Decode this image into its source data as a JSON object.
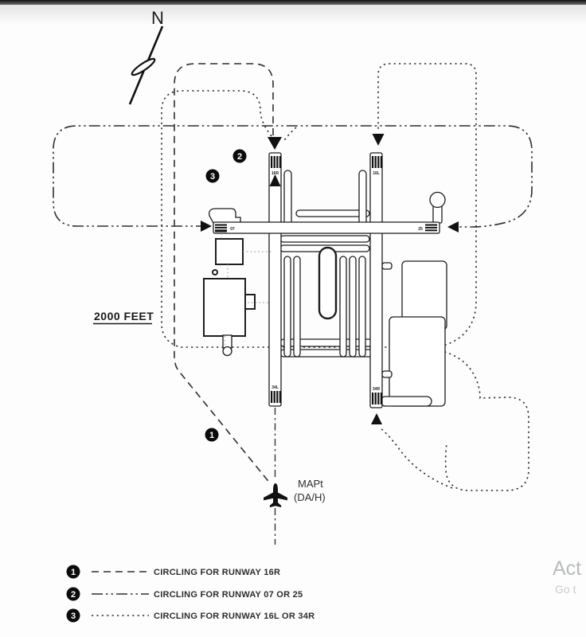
{
  "colors": {
    "ink": "#262626",
    "pattern_line": "#2e2e2e",
    "building_line": "#1f1f1f",
    "service_road": "#9a9a9a",
    "marker_bg": "#0b0b0b",
    "watermark_primary": "#b9bcbe",
    "watermark_secondary": "#c9cccd"
  },
  "compass": {
    "label": "N"
  },
  "scale": {
    "label": "2000 FEET"
  },
  "mapt": {
    "line1": "MAPt",
    "line2": "(DA/H)"
  },
  "runways": {
    "r16r": "16R",
    "r34l": "34L",
    "r16l": "16L",
    "r34r": "34R",
    "r07": "07",
    "r25": "25"
  },
  "markers": [
    {
      "label": "1"
    },
    {
      "label": "2"
    },
    {
      "label": "3"
    }
  ],
  "legend": {
    "items": [
      {
        "marker": "1",
        "line_style": "dashed",
        "label": "CIRCLING FOR RUNWAY 16R"
      },
      {
        "marker": "2",
        "line_style": "dash-dot-dot",
        "label": "CIRCLING FOR RUNWAY 07 OR 25"
      },
      {
        "marker": "3",
        "line_style": "dotted",
        "label": "CIRCLING FOR RUNWAY 16L OR 34R"
      }
    ]
  },
  "watermark": {
    "line1": "Act",
    "line2": "Go t"
  }
}
